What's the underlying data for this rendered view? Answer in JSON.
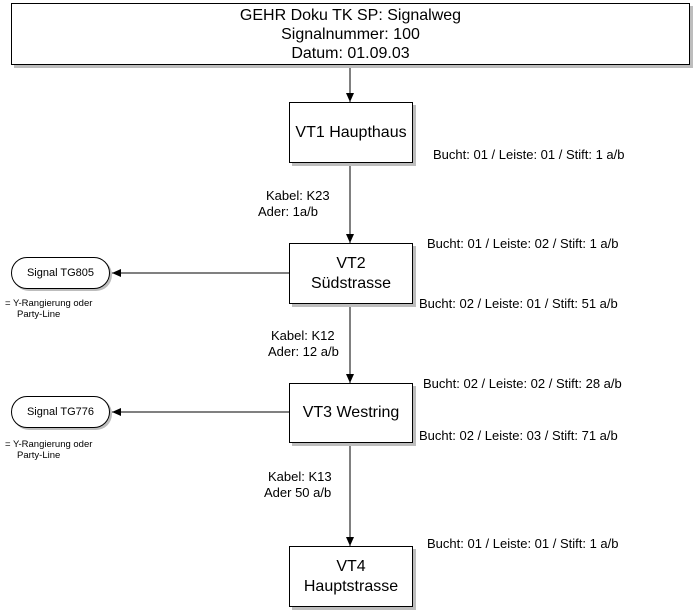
{
  "header": {
    "line1": "GEHR Doku TK SP: Signalweg",
    "line2": "Signalnummer: 100",
    "line3": "Datum: 01.09.03"
  },
  "nodes": {
    "vt1": {
      "line1": "VT1 Haupthaus"
    },
    "vt2": {
      "line1": "VT2",
      "line2": "Südstrasse"
    },
    "vt3": {
      "line1": "VT3 Westring"
    },
    "vt4": {
      "line1": "VT4",
      "line2": "Hauptstrasse"
    }
  },
  "cables": {
    "c1": {
      "kabel": "Kabel: K23",
      "ader": "Ader: 1a/b"
    },
    "c2": {
      "kabel": "Kabel: K12",
      "ader": "Ader: 12 a/b"
    },
    "c3": {
      "kabel": "Kabel: K13",
      "ader": "Ader 50 a/b"
    }
  },
  "ports": {
    "vt1_out": "Bucht: 01 / Leiste: 01 / Stift: 1 a/b",
    "vt2_in": "Bucht: 01 / Leiste: 02 / Stift: 1 a/b",
    "vt2_out": "Bucht: 02 / Leiste: 01 / Stift: 51 a/b",
    "vt3_in": "Bucht: 02 / Leiste: 02 / Stift: 28 a/b",
    "vt3_out": "Bucht: 02 / Leiste: 03 / Stift: 71 a/b",
    "vt4_in": "Bucht: 01 / Leiste: 01 / Stift: 1 a/b"
  },
  "signals": {
    "s1": {
      "label": "Signal TG805",
      "note1": "= Y-Rangierung oder",
      "note2": "Party-Line"
    },
    "s2": {
      "label": "Signal TG776",
      "note1": "= Y-Rangierung oder",
      "note2": "Party-Line"
    }
  }
}
